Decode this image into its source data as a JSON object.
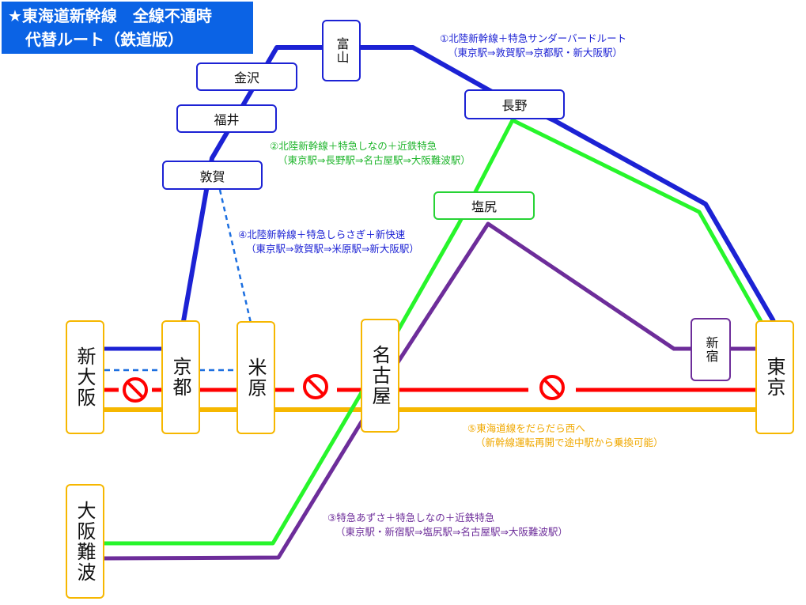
{
  "title": {
    "line1": "★東海道新幹線　全線不通時",
    "line2": "代替ルート（鉄道版）"
  },
  "stations": {
    "toyama": "富山",
    "kanazawa": "金沢",
    "fukui": "福井",
    "tsuruga": "敦賀",
    "nagano": "長野",
    "shiojiri": "塩尻",
    "shinjuku": "新宿",
    "shin_osaka": "新大阪",
    "kyoto": "京都",
    "maibara": "米原",
    "nagoya": "名古屋",
    "tokyo": "東京",
    "osaka_namba": "大阪難波"
  },
  "routes": {
    "r1": {
      "line1": "①北陸新幹線＋特急サンダーバードルート",
      "line2": "（東京駅⇒敦賀駅⇒京都駅・新大阪駅）",
      "color": "#1c22d4"
    },
    "r2": {
      "line1": "②北陸新幹線＋特急しなの＋近鉄特急",
      "line2": "（東京駅⇒長野駅⇒名古屋駅⇒大阪難波駅）",
      "color": "#27d335"
    },
    "r3": {
      "line1": "③特急あずさ＋特急しなの＋近鉄特急",
      "line2": "（東京駅・新宿駅⇒塩尻駅⇒名古屋駅⇒大阪難波駅）",
      "color": "#6d2d9a"
    },
    "r4": {
      "line1": "④北陸新幹線＋特急しらさぎ＋新快速",
      "line2": "（東京駅⇒敦賀駅⇒米原駅⇒新大阪駅）",
      "color": "#1c22d4"
    },
    "r5": {
      "line1": "⑤東海道線をだらだら西へ",
      "line2": "（新幹線運転再開で途中駅から乗換可能）",
      "color": "#f6b700"
    }
  },
  "tokaido_shinkansen_color": "#ff0000",
  "suspended_icon": "no-entry-icon"
}
